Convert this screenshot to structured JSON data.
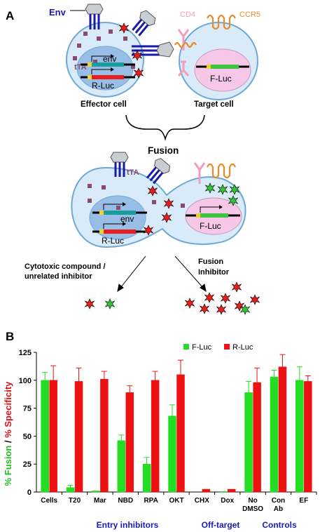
{
  "panel_a": {
    "label": "A",
    "env_label": "Env",
    "cd4_label": "CD4",
    "ccr5_label": "CCR5",
    "tta_label": "tTA",
    "env_gene": "env",
    "rluc_gene": "R-Luc",
    "fluc_gene": "F-Luc",
    "effector_label": "Effector cell",
    "target_label": "Target cell",
    "fusion_label": "Fusion",
    "fused_tta_label": "tTA",
    "fused_env_gene": "env",
    "fused_rluc_gene": "R-Luc",
    "fused_fluc_gene": "F-Luc",
    "cytotoxic_label_1": "Cytotoxic compound /",
    "cytotoxic_label_2": "unrelated inhibitor",
    "fusion_inhibitor_label_1": "Fusion",
    "fusion_inhibitor_label_2": "Inhibitor",
    "colors": {
      "env_blue": "#1a1aa8",
      "cd4_pink": "#f59bc0",
      "ccr5_orange": "#e8892a",
      "cell_fill": "#d9ebf8",
      "cell_stroke": "#6fa8d6",
      "nucleus_fill": "#98bde6",
      "target_nucleus": "#f6c7e6",
      "tta_square": "#8b4a6b",
      "green_gene": "#1a9c9c",
      "red_star": "#e81d1d",
      "green_star": "#36c236"
    }
  },
  "panel_b": {
    "label": "B",
    "ylabel_parts": [
      "% Fusion",
      " / ",
      "% Specificity"
    ],
    "group_labels": [
      "Entry inhibitors",
      "Off-target",
      "Controls"
    ],
    "chart_data": {
      "type": "bar",
      "categories": [
        "Cells",
        "T20",
        "Mar",
        "NBD",
        "RPA",
        "OKT",
        "CHX",
        "Dox",
        "No\nDMSO",
        "Con\nAb",
        "EF"
      ],
      "series": [
        {
          "name": "F-Luc",
          "color": "#22dd22",
          "values": [
            100,
            4,
            1,
            46,
            25,
            68,
            0,
            0.5,
            89,
            103,
            100
          ],
          "errors": [
            7,
            2,
            0,
            5,
            6,
            10,
            0,
            0,
            10,
            6,
            12
          ]
        },
        {
          "name": "R-Luc",
          "color": "#ee1111",
          "values": [
            100,
            99,
            101,
            89,
            100,
            105,
            2.5,
            2.5,
            98,
            112,
            99
          ],
          "errors": [
            13,
            12,
            7,
            6,
            8,
            13,
            0,
            0,
            13,
            11,
            5
          ]
        }
      ],
      "ylim": [
        0,
        125
      ],
      "yticks": [
        "0",
        "25",
        "50",
        "75",
        "100",
        "125"
      ],
      "legend_position": "top-right"
    }
  }
}
